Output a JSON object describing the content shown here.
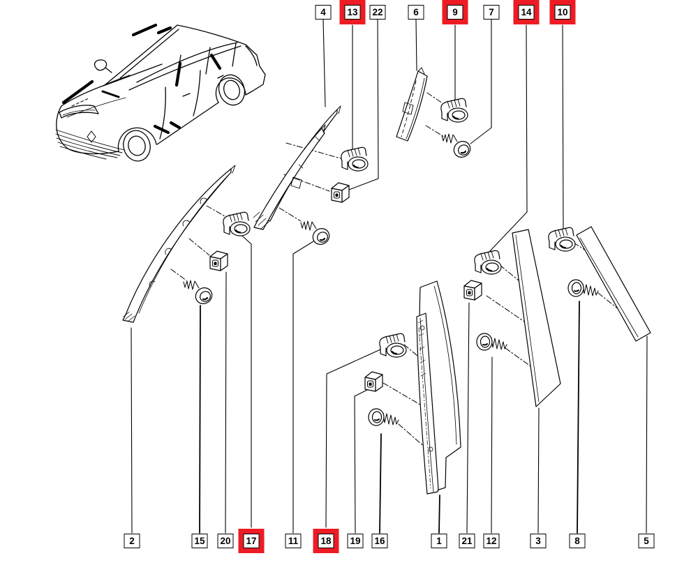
{
  "figure": {
    "kind": "exploded-parts-diagram",
    "background_color": "#ffffff",
    "line_color": "#000000",
    "highlight_color": "#ed1c24",
    "drawing_elements": [
      "car-line-art-front-three-quarter",
      "window-frame-trim-strips",
      "retaining-clips",
      "square-clip-nuts",
      "self-tapping-screws",
      "leader-lines",
      "dash-dot-assembly-lines"
    ]
  },
  "callouts": {
    "top": [
      {
        "number": "4",
        "highlighted": false
      },
      {
        "number": "13",
        "highlighted": true
      },
      {
        "number": "22",
        "highlighted": false
      },
      {
        "number": "6",
        "highlighted": false
      },
      {
        "number": "9",
        "highlighted": true
      },
      {
        "number": "7",
        "highlighted": false
      },
      {
        "number": "14",
        "highlighted": true
      },
      {
        "number": "10",
        "highlighted": true
      }
    ],
    "bottom": [
      {
        "number": "2",
        "highlighted": false
      },
      {
        "number": "15",
        "highlighted": false
      },
      {
        "number": "20",
        "highlighted": false
      },
      {
        "number": "17",
        "highlighted": true
      },
      {
        "number": "11",
        "highlighted": false
      },
      {
        "number": "18",
        "highlighted": true
      },
      {
        "number": "19",
        "highlighted": false
      },
      {
        "number": "16",
        "highlighted": false
      },
      {
        "number": "1",
        "highlighted": false
      },
      {
        "number": "21",
        "highlighted": false
      },
      {
        "number": "12",
        "highlighted": false
      },
      {
        "number": "3",
        "highlighted": false
      },
      {
        "number": "8",
        "highlighted": false
      },
      {
        "number": "5",
        "highlighted": false
      }
    ]
  }
}
